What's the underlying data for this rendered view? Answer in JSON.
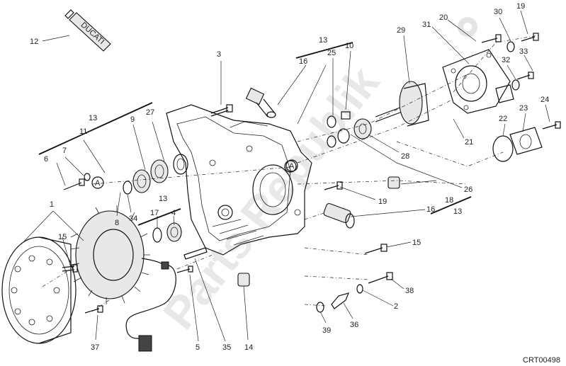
{
  "watermark": {
    "main": "Parts Republik",
    "gear_glyph": "gear-icon"
  },
  "tube_brand": "DUCATI",
  "diagram_code": "CRT00498",
  "callouts": {
    "c1": "1",
    "c2": "2",
    "c3": "3",
    "c4": "4",
    "c5": "5",
    "c6": "6",
    "c7": "7",
    "c8": "8",
    "c9": "9",
    "c10": "10",
    "c11": "11",
    "c12": "12",
    "c13a": "13",
    "c13b": "13",
    "c13c": "13",
    "c13d": "13",
    "c14": "14",
    "c15a": "15",
    "c15b": "15",
    "c16a": "16",
    "c16b": "16",
    "c17": "17",
    "c18": "18",
    "c19a": "19",
    "c19b": "19",
    "c20": "20",
    "c21": "21",
    "c22": "22",
    "c23": "23",
    "c24": "24",
    "c25": "25",
    "c26": "26",
    "c27": "27",
    "c28": "28",
    "c29": "29",
    "c30": "30",
    "c31": "31",
    "c32": "32",
    "c33": "33",
    "c34": "34",
    "c35": "35",
    "c36": "36",
    "c37": "37",
    "c38": "38",
    "c39": "39"
  },
  "markers": {
    "a1": "A",
    "a2": "A"
  }
}
